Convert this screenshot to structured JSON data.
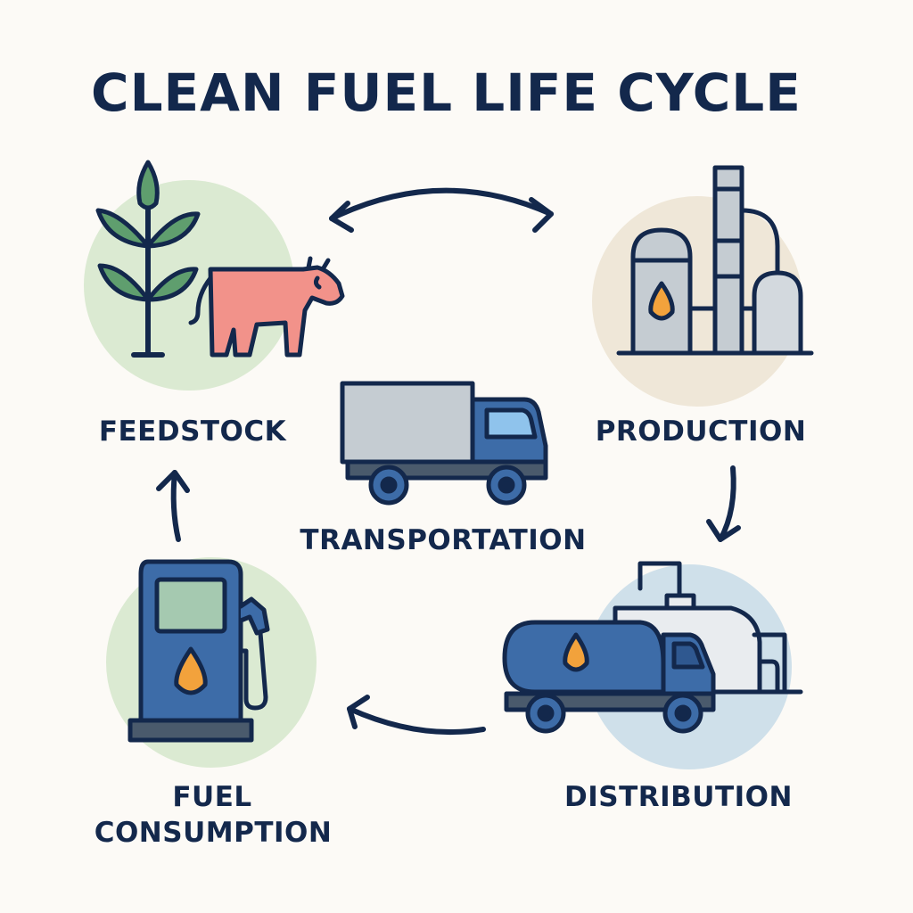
{
  "title": "CLEAN FUEL LIFE CYCLE",
  "stages": {
    "feedstock": "FEEDSTOCK",
    "production": "PRODUCTION",
    "transportation": "TRANSPORTATION",
    "distribution": "DISTRIBUTION",
    "fuel_consumption_line1": "FUEL",
    "fuel_consumption_line2": "CONSUMPTION"
  },
  "icons": {
    "feedstock": [
      "plant-icon",
      "cow-icon"
    ],
    "production": "refinery-icon",
    "transportation": "truck-icon",
    "distribution": "tanker-truck-icon",
    "fuel_consumption": "fuel-pump-icon"
  },
  "colors": {
    "text": "#13284c",
    "feedstock_circle": "#dbead2",
    "production_circle": "#efe7d8",
    "distribution_circle": "#cfe0ea",
    "consumption_circle": "#dbead2",
    "accent_blue": "#3d6ca8",
    "flame_orange": "#f2a23c",
    "cow_pink": "#f2928a",
    "leaf_green": "#5f9e6e"
  }
}
